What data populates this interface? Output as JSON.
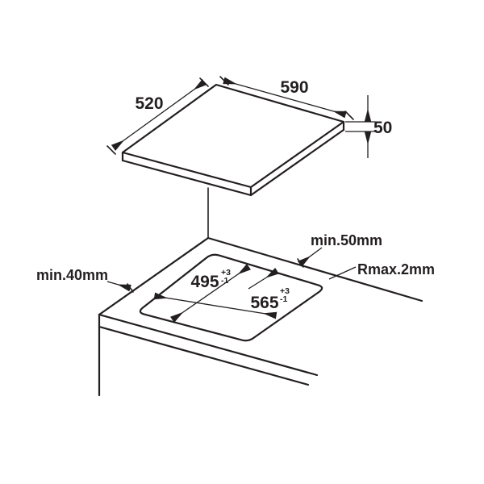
{
  "diagram": {
    "hob": {
      "width": "590",
      "depth": "520",
      "thickness": "50"
    },
    "cutout": {
      "depth": {
        "value": "495",
        "tol_plus": "+3",
        "tol_minus": "-1"
      },
      "width": {
        "value": "565",
        "tol_plus": "+3",
        "tol_minus": "-1"
      }
    },
    "clearances": {
      "rear": "min.40mm",
      "side": "min.50mm",
      "corner_radius": "Rmax.2mm"
    },
    "colors": {
      "line": "#231f20",
      "background": "#ffffff"
    }
  }
}
